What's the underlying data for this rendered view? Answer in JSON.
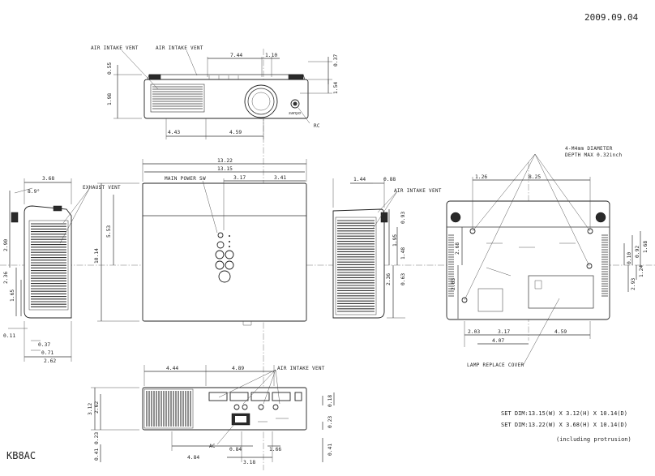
{
  "header": {
    "date": "2009.09.04"
  },
  "model": "KB8AC",
  "labels": {
    "air_intake_vent": "AIR INTAKE VENT",
    "exhaust_vent": "EXHAUST VENT",
    "main_power_sw": "MAIN POWER SW",
    "rc": "RC",
    "brand": "sanyo",
    "ac": "AC",
    "mount_holes_line1": "4-M4mm DIAMETER",
    "mount_holes_line2": "DEPTH MAX 0.32inch",
    "lamp_replace_cover": "LAMP REPLACE COVER"
  },
  "dimensions": {
    "top_view": [
      "7.44",
      "1.10",
      "0.37",
      "0.55",
      "1.98",
      "1.54",
      "4.43",
      "4.59"
    ],
    "front_view": [
      "13.22",
      "13.15",
      "3.17",
      "3.41",
      "5.53",
      "10.14"
    ],
    "left_view": [
      "3.68",
      "8.9°",
      "2.90",
      "2.36",
      "1.65",
      "0.11",
      "0.37",
      "0.71",
      "2.62"
    ],
    "right_view": [
      "1.44",
      "0.88",
      "0.93",
      "1.95",
      "1.48",
      "2.36",
      "0.63"
    ],
    "bottom_view": [
      "1.26",
      "8.25",
      "2.68",
      "2.83",
      "0.10",
      "0.92",
      "1.68",
      "2.93",
      "1.24",
      "2.03",
      "3.17",
      "4.59",
      "4.07"
    ],
    "rear_view": [
      "4.44",
      "4.89",
      "3.12",
      "2.62",
      "0.23",
      "0.18",
      "0.23",
      "0.41",
      "0.84",
      "1.66",
      "4.84",
      "3.18",
      "0.41"
    ]
  },
  "set_dimensions": {
    "line1": "SET DIM:13.15(W) X 3.12(H) X 10.14(D)",
    "line2": "SET DIM:13.22(W) X 3.68(H) X 10.14(D)",
    "line3": "(including protrusion)"
  }
}
